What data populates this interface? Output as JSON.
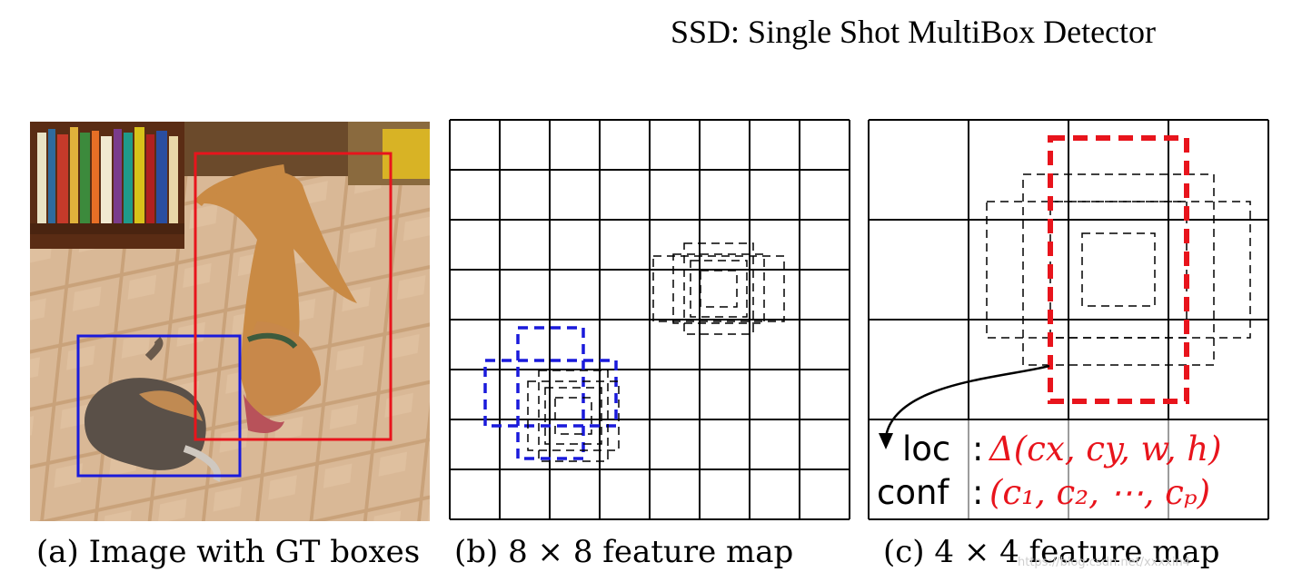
{
  "title": "SSD: Single Shot MultiBox Detector",
  "panels": [
    {
      "caption": "(a) Image with GT boxes",
      "image_desc": "photo of a dog and a cat on a tiled floor"
    },
    {
      "caption": "(b) 8 × 8 feature map"
    },
    {
      "caption": "(c) 4 × 4 feature map"
    }
  ],
  "formula": {
    "loc_label": "loc",
    "loc_expr": "Δ(cx, cy, w, h)",
    "conf_label": "conf",
    "conf_expr": "(c₁, c₂, ⋯, cₚ)",
    "separator": ":"
  },
  "watermark": "https://blog.csdn.net/xxxxin4",
  "colors": {
    "gt_cat": "#1a1adb",
    "gt_dog": "#e8141c",
    "expr": "#e8141c",
    "grid": "#000000"
  }
}
